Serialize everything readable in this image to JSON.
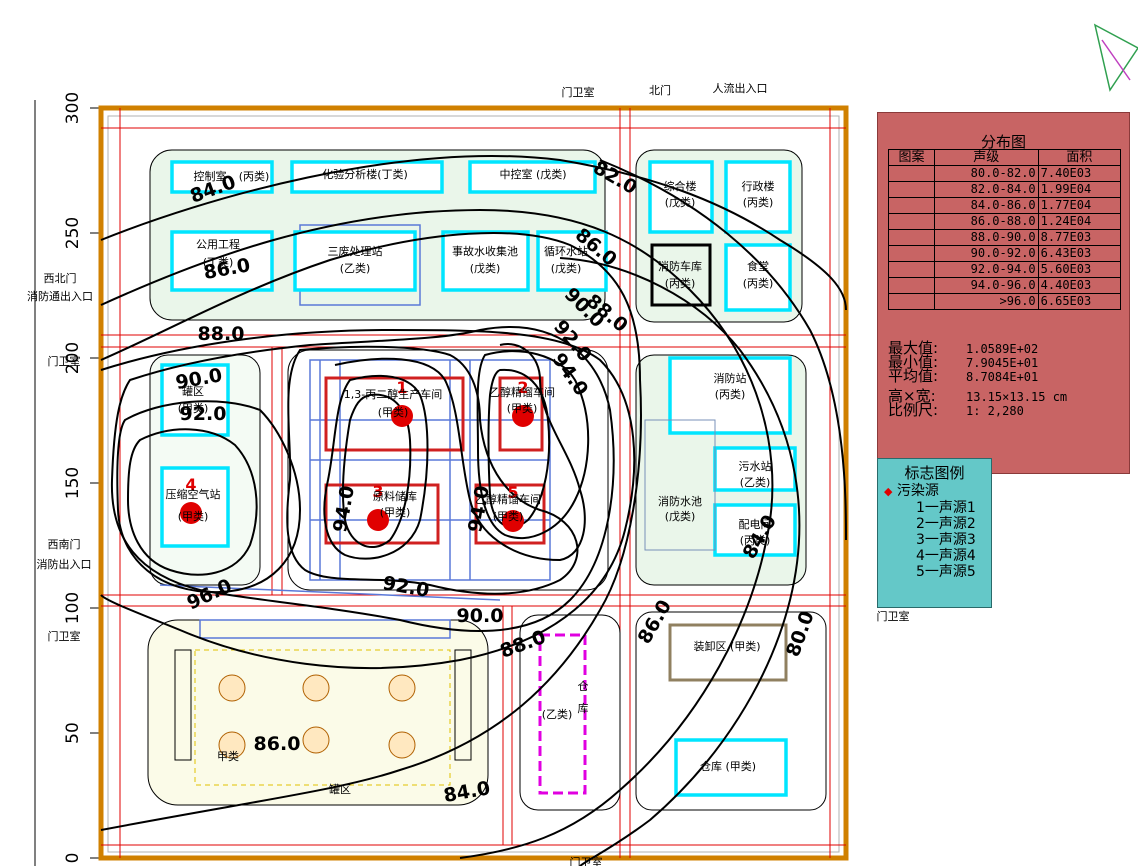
{
  "map": {
    "y_axis_ticks": [
      "0",
      "50",
      "100",
      "150",
      "200",
      "250",
      "300"
    ],
    "contour_labels": [
      "80.0",
      "82.0",
      "84.0",
      "84.0",
      "84.0",
      "86.0",
      "86.0",
      "86.0",
      "86.0",
      "88.0",
      "88.0",
      "88.0",
      "90.0",
      "90.0",
      "90.0",
      "92.0",
      "92.0",
      "92.0",
      "94.0",
      "94.0",
      "94.0",
      "96.0"
    ],
    "source_numbers": [
      "1",
      "2",
      "3",
      "4",
      "5"
    ],
    "gate_labels": {
      "north_gate_house": "门卫室",
      "north_gate": "北门",
      "north_pedestrian": "人流出入口",
      "northwest_gate": "西北门",
      "northwest_fire": "消防通出入口",
      "west_gate_house_1": "门卫室",
      "southwest_gate": "西南门",
      "southwest_fire": "消防出入口",
      "west_gate_house_2": "门卫室",
      "east_gate_house": "门卫室",
      "south_gate_house": "门卫室"
    },
    "buildings": [
      "控制室",
      "(丙类)",
      "化验分析楼(丁类)",
      "中控室 (戊类)",
      "综合楼",
      "(戊类)",
      "行政楼",
      "(丙类)",
      "公用工程",
      "(丁类)",
      "三废处理站",
      "(乙类)",
      "事故水收集池",
      "(戊类)",
      "循环水站",
      "(戊类)",
      "消防车库",
      "(丙类)",
      "食堂",
      "(丙类)",
      "罐区",
      "(甲类)",
      "1,3-丙二醇生产车间",
      "(甲类)",
      "乙醇精馏车间",
      "(甲类)",
      "原料储库",
      "(甲类)",
      "乙醇精馏车间",
      "(甲类)",
      "压缩空气站",
      "(甲类)",
      "消防站",
      "(丙类)",
      "消防水池",
      "(戊类)",
      "污水站",
      "(乙类)",
      "配电间",
      "(丙类)",
      "装卸区 (甲类)",
      "甲类",
      "仓",
      "库",
      "(乙类)",
      "仓库 (甲类)",
      "罐区"
    ]
  },
  "distribution_panel": {
    "title": "分布图",
    "headers": [
      "图案",
      "声级",
      "面积"
    ],
    "rows": [
      {
        "level": "80.0-82.0",
        "area": "7.40E03"
      },
      {
        "level": "82.0-84.0",
        "area": "1.99E04"
      },
      {
        "level": "84.0-86.0",
        "area": "1.77E04"
      },
      {
        "level": "86.0-88.0",
        "area": "1.24E04"
      },
      {
        "level": "88.0-90.0",
        "area": "8.77E03"
      },
      {
        "level": "90.0-92.0",
        "area": "6.43E03"
      },
      {
        "level": "92.0-94.0",
        "area": "5.60E03"
      },
      {
        "level": "94.0-96.0",
        "area": "4.40E03"
      },
      {
        "level": ">96.0",
        "area": "6.65E03"
      }
    ],
    "stats": [
      {
        "label": "最大值:",
        "value": "1.0589E+02"
      },
      {
        "label": "最小值:",
        "value": "7.9045E+01"
      },
      {
        "label": "平均值:",
        "value": "8.7084E+01"
      },
      {
        "label": "高×宽:",
        "value": "13.15×13.15 cm"
      },
      {
        "label": "比例尺:",
        "value": "1: 2,280"
      }
    ]
  },
  "legend_panel": {
    "title": "标志图例",
    "source_label": "污染源",
    "items": [
      "1一声源1",
      "2一声源2",
      "3一声源3",
      "4一声源4",
      "5一声源5"
    ]
  },
  "colors": {
    "panel_bg": "#c86464",
    "legend_bg": "#64c8c8",
    "building": "#00e5ff",
    "source": "#e00000",
    "contour": "#000000",
    "grid": "#e00000",
    "green": "#1aa01a"
  }
}
